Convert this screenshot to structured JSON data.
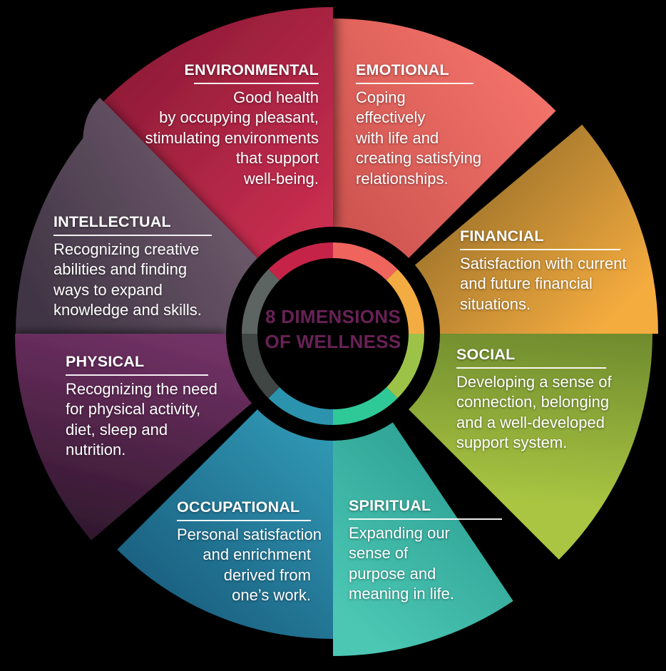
{
  "title": {
    "line1": "8 DIMENSIONS",
    "line2": "OF WELLNESS",
    "color": "#692156"
  },
  "background_color": "#000000",
  "text_color": "#FFFFFF",
  "sections": [
    {
      "id": "emotional",
      "heading": "EMOTIONAL",
      "body": [
        "Coping",
        "effectively",
        "with life and",
        "creating satisfying",
        "relationships."
      ],
      "wedge_gradient": [
        "#F3736A",
        "#CC524E"
      ],
      "ring_color": "#EF655E"
    },
    {
      "id": "financial",
      "heading": "FINANCIAL",
      "body": [
        "Satisfaction with current",
        "and future financial",
        "situations."
      ],
      "wedge_gradient": [
        "#8F6A28",
        "#F5AC3F"
      ],
      "ring_color": "#F3AC42"
    },
    {
      "id": "social",
      "heading": "SOCIAL",
      "body": [
        "Developing a sense of",
        "connection, belonging",
        "and a well-developed",
        "support system."
      ],
      "wedge_gradient": [
        "#6F8B2E",
        "#A9C542"
      ],
      "ring_color": "#9CC348"
    },
    {
      "id": "spiritual",
      "heading": "SPIRITUAL",
      "body": [
        "Expanding our",
        "sense of",
        "purpose and",
        "meaning in life."
      ],
      "wedge_gradient": [
        "#4CC7B4",
        "#2B9E92"
      ],
      "ring_color": "#2FC998"
    },
    {
      "id": "occupational",
      "heading": "OCCUPATIONAL",
      "body": [
        "Personal satisfaction",
        "and enrichment",
        "derived from",
        "one’s work."
      ],
      "wedge_gradient": [
        "#2F96B2",
        "#195C7D"
      ],
      "ring_color": "#2C93AE"
    },
    {
      "id": "physical",
      "heading": "PHYSICAL",
      "body": [
        "Recognizing the need",
        "for physical activity,",
        "diet, sleep and",
        "nutrition."
      ],
      "wedge_gradient": [
        "#713165",
        "#2F172C"
      ],
      "ring_color": "#3F4644"
    },
    {
      "id": "intellectual",
      "heading": "INTELLECTUAL",
      "body": [
        "Recognizing creative",
        "abilities and finding",
        "ways to expand",
        "knowledge and skills."
      ],
      "wedge_gradient": [
        "#6B5769",
        "#3F3444"
      ],
      "ring_color": "#5D6562"
    },
    {
      "id": "environmental",
      "heading": "ENVIRONMENTAL",
      "body": [
        "Good health",
        "by occupying pleasant,",
        "stimulating environments",
        "that support",
        "well-being."
      ],
      "wedge_gradient": [
        "#CC2F51",
        "#8C1A36"
      ],
      "ring_color": "#C52448"
    }
  ]
}
